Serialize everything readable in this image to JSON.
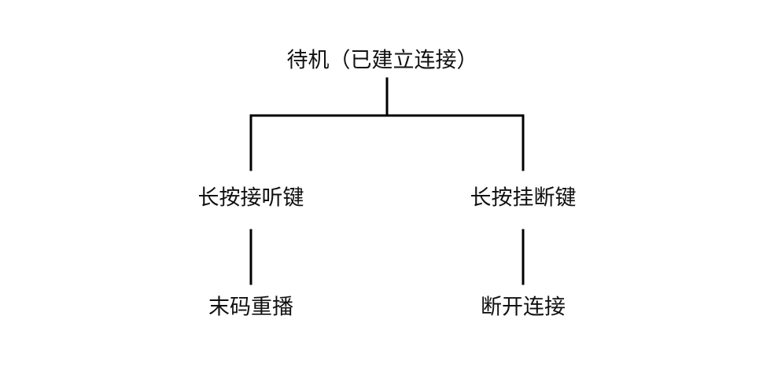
{
  "diagram": {
    "root": {
      "label": "待机（已建立连接）"
    },
    "branches": [
      {
        "label": "长按接听键",
        "result": "末码重播"
      },
      {
        "label": "长按挂断键",
        "result": "断开连接"
      }
    ]
  }
}
